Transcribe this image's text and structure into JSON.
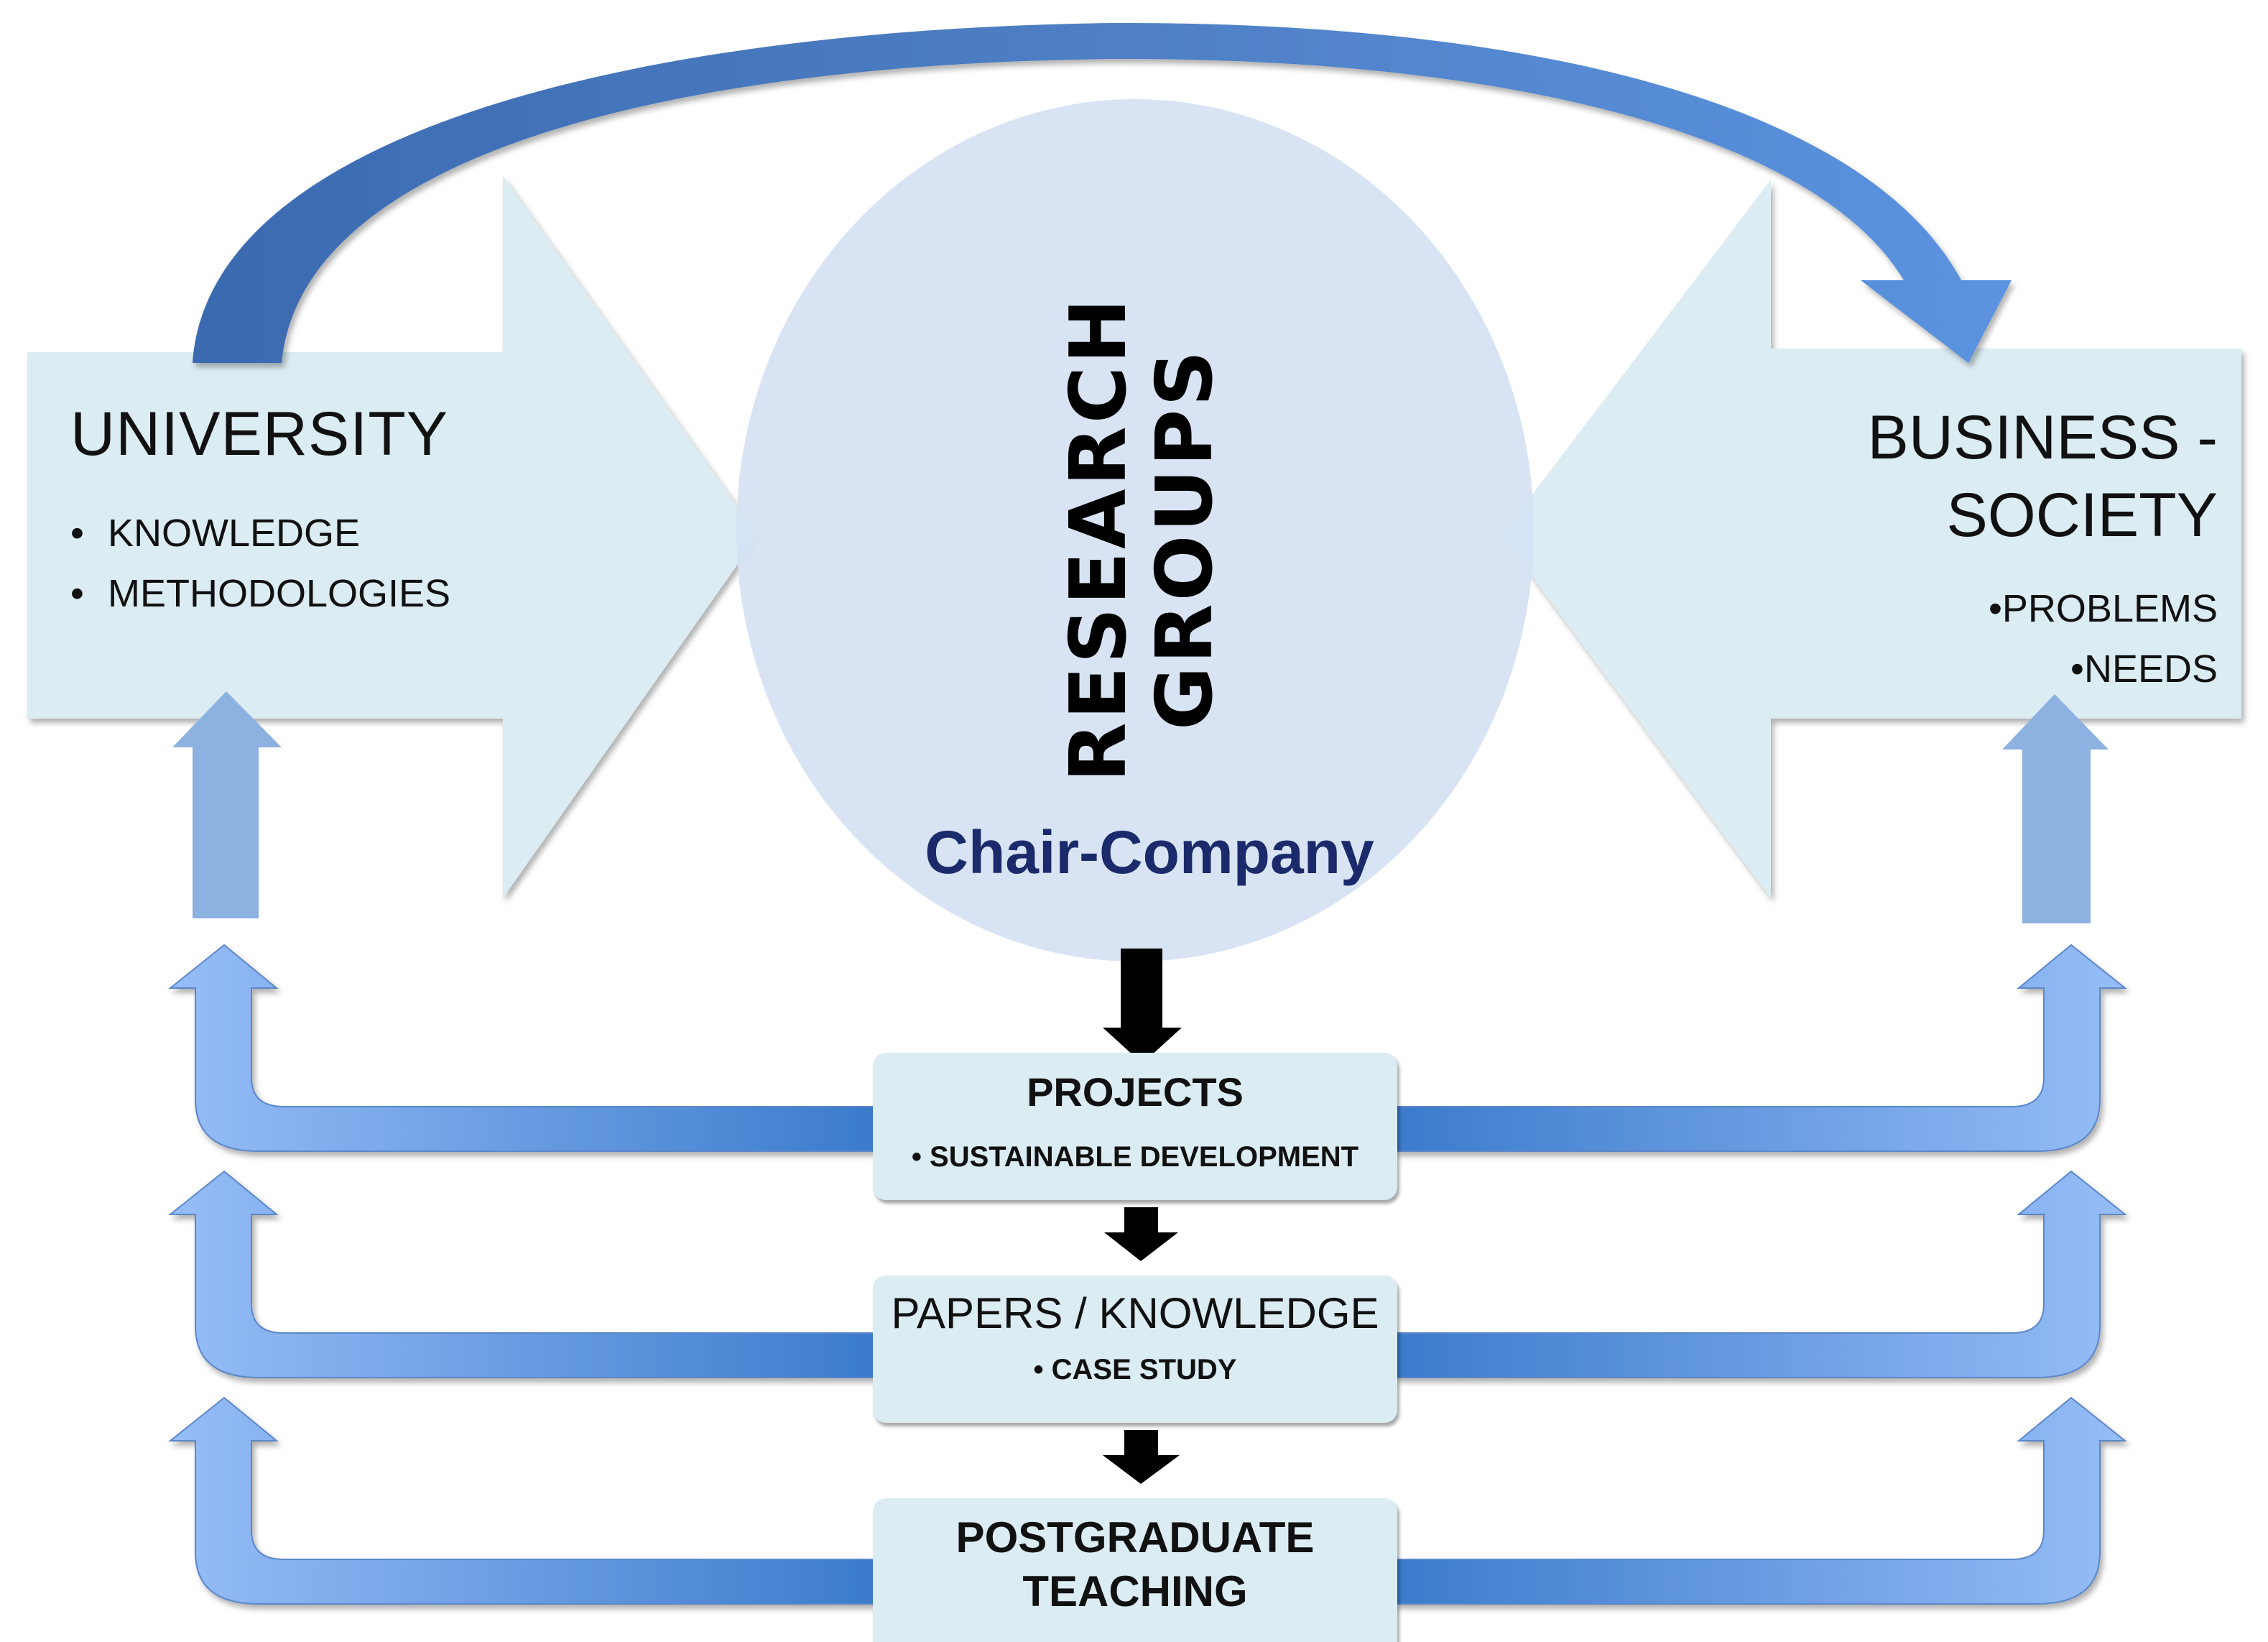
{
  "colors": {
    "panel_fill": "#dbecf3",
    "circle_fill": "#d6e3f3",
    "arc_blue_dark": "#3a6ab0",
    "arc_blue_light": "#7aa9ea",
    "u_arrow_dark": "#3b7bcc",
    "u_arrow_light": "#96bdf7",
    "up_arrow_solid": "#8db1e0",
    "chair_text": "#1b2a6b",
    "flow_arrow": "#000000"
  },
  "university": {
    "title": "UNIVERSITY",
    "items": [
      "KNOWLEDGE",
      "METHODOLOGIES"
    ]
  },
  "business": {
    "title_line1": "BUSINESS -",
    "title_line2": "SOCIETY",
    "items": [
      "PROBLEMS",
      "NEEDS"
    ]
  },
  "center": {
    "title_line1": "RESEARCH",
    "title_line2": "GROUPS",
    "subtitle": "Chair-Company"
  },
  "outputs": [
    {
      "title": "PROJECTS",
      "bullet": "SUSTAINABLE DEVELOPMENT"
    },
    {
      "title": "PAPERS / KNOWLEDGE",
      "bullet": "CASE STUDY"
    },
    {
      "title_line1": "POSTGRADUATE",
      "title_line2": "TEACHING"
    }
  ],
  "icons": {
    "transfer_arc": "curved-arrow-university-to-business",
    "feedback": "u-turn-arrow-up",
    "flow": "down-arrow"
  }
}
